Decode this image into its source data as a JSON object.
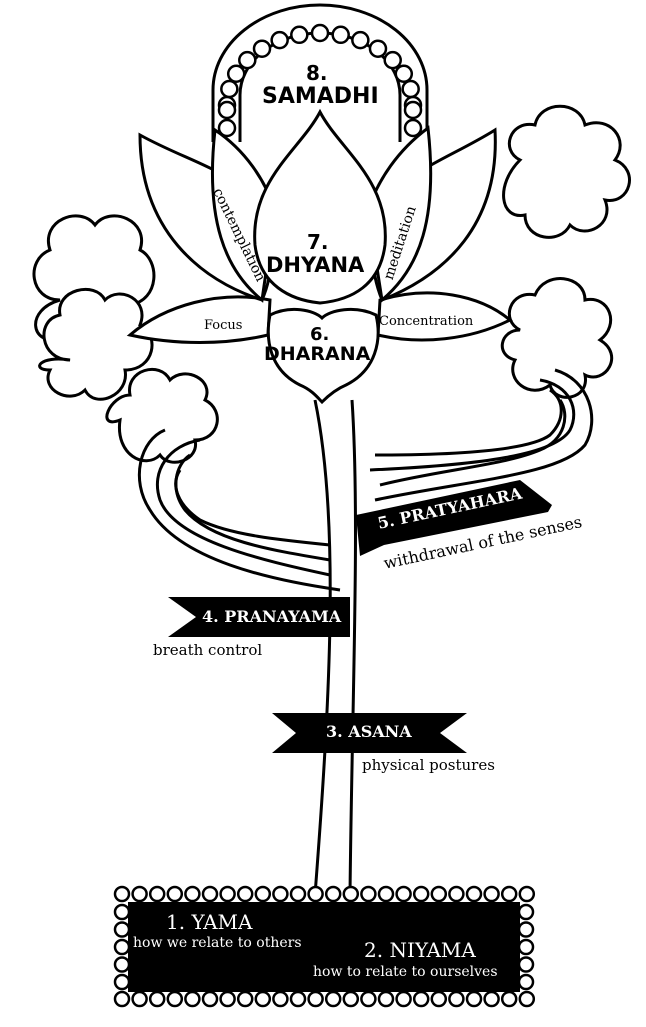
{
  "limbs": {
    "samadhi": {
      "number": "8.",
      "name": "SAMADHI"
    },
    "dhyana": {
      "number": "7.",
      "name": "DHYANA"
    },
    "dharana": {
      "number": "6.",
      "name": "DHARANA"
    },
    "pratyahara": {
      "title": "5. PRATYAHARA",
      "caption": "withdrawal of the senses"
    },
    "pranayama": {
      "title": "4. PRANAYAMA",
      "caption": "breath control"
    },
    "asana": {
      "title": "3. ASANA",
      "caption": "physical postures"
    },
    "yama": {
      "title": "1. YAMA",
      "caption": "how we relate to others"
    },
    "niyama": {
      "title": "2. NIYAMA",
      "caption": "how to relate to ourselves"
    }
  },
  "petals": {
    "contemplation": "contemplation",
    "meditation": "meditation",
    "focus": "Focus",
    "concentration": "Concentration"
  },
  "colors": {
    "ink": "#000000",
    "paper": "#ffffff"
  }
}
